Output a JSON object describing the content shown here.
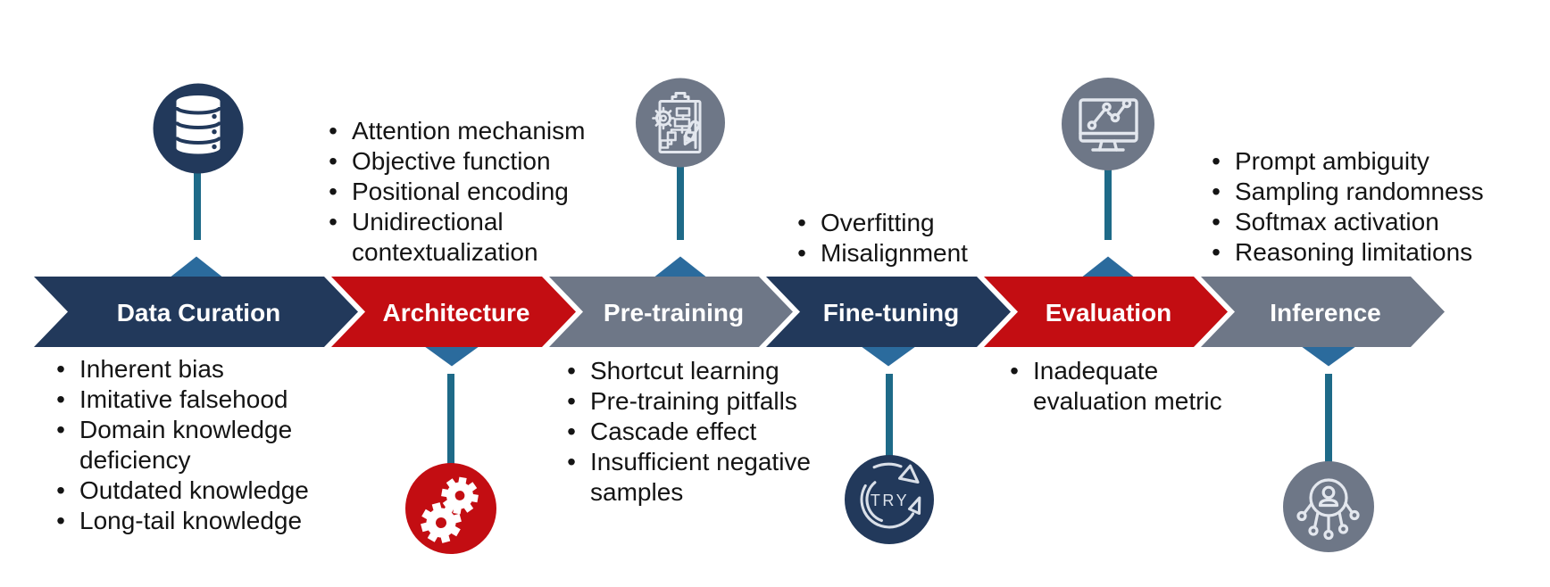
{
  "colors": {
    "navy": "#22395B",
    "red": "#C30D12",
    "gray": "#6E7787",
    "diamond_blue": "#2B6B9D",
    "connector_teal": "#1E6A88",
    "icon_glyph_light": "#E3E7EE",
    "icon_glyph_white": "#FFFFFF",
    "text": "#141414",
    "label_text": "#FFFFFF"
  },
  "stages": [
    {
      "label": "Data Curation",
      "color": "navy",
      "icon": "database-icon",
      "icon_side": "top",
      "issues_side": "bottom",
      "issues": [
        "Inherent bias",
        "Imitative falsehood",
        "Domain knowledge deficiency",
        "Outdated knowledge",
        "Long-tail knowledge"
      ]
    },
    {
      "label": "Architecture",
      "color": "red",
      "icon": "gears-icon",
      "icon_side": "bottom",
      "issues_side": "top",
      "issues": [
        "Attention mechanism",
        "Objective function",
        "Positional encoding",
        "Unidirectional contextualization"
      ]
    },
    {
      "label": "Pre-training",
      "color": "gray",
      "icon": "clipboard-workflow-icon",
      "icon_side": "top",
      "issues_side": "bottom",
      "issues": [
        "Shortcut learning",
        "Pre-training pitfalls",
        "Cascade effect",
        "Insufficient negative samples"
      ]
    },
    {
      "label": "Fine-tuning",
      "color": "navy",
      "icon": "try-retry-icon",
      "icon_side": "bottom",
      "issues_side": "top",
      "issues": [
        "Overfitting",
        "Misalignment"
      ]
    },
    {
      "label": "Evaluation",
      "color": "red",
      "icon": "monitor-chart-icon",
      "icon_side": "top",
      "issues_side": "bottom",
      "issues": [
        "Inadequate evaluation metric"
      ]
    },
    {
      "label": "Inference",
      "color": "gray",
      "icon": "person-network-icon",
      "icon_side": "bottom",
      "issues_side": "top",
      "issues": [
        "Prompt ambiguity",
        "Sampling randomness",
        "Softmax activation",
        "Reasoning limitations"
      ]
    }
  ],
  "try_icon_text": "TRY",
  "bullet_glyph": "•"
}
